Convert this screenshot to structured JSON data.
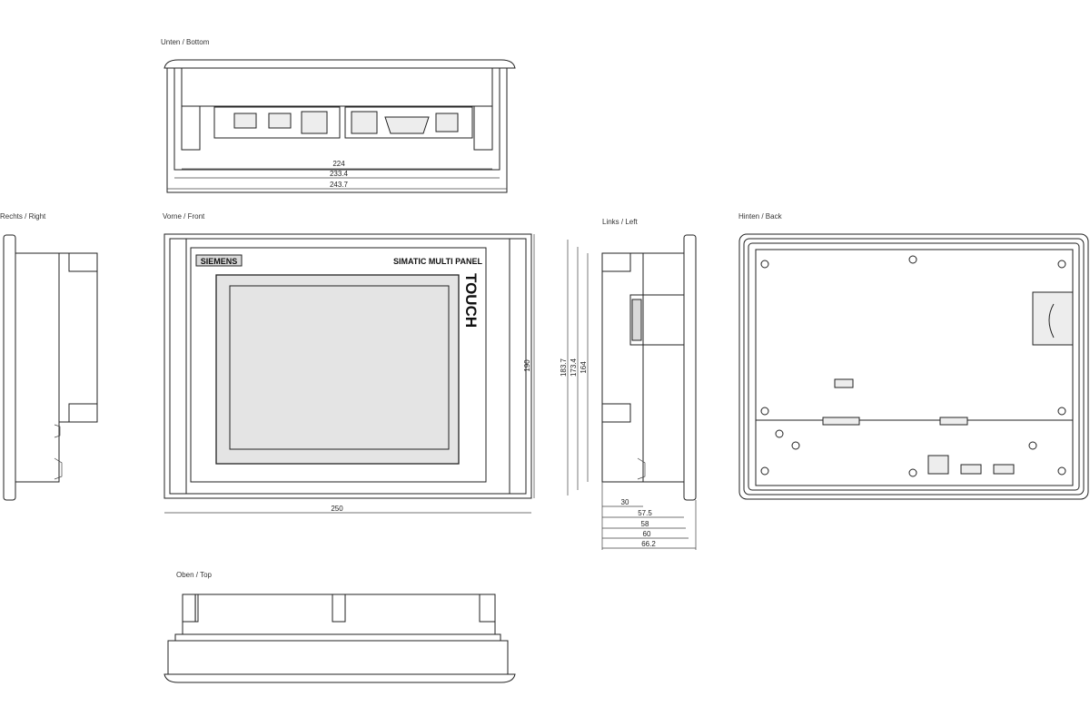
{
  "views": {
    "bottom": {
      "label": "Unten  /  Bottom"
    },
    "right": {
      "label": "Rechts  /  Right"
    },
    "front": {
      "label": "Vorne  /  Front"
    },
    "left": {
      "label": "Links  /  Left"
    },
    "back": {
      "label": "Hinten  /  Back"
    },
    "top": {
      "label": "Oben  /  Top"
    }
  },
  "front_panel": {
    "brand": "SIEMENS",
    "product": "SIMATIC MULTI PANEL",
    "touch": "TOUCH"
  },
  "dimensions": {
    "bottom": [
      "224",
      "233.4",
      "243.7"
    ],
    "front_width": "250",
    "front_height": "190",
    "left_heights": [
      "183.7",
      "173.4",
      "164"
    ],
    "left_depths": [
      "30",
      "57.5",
      "58",
      "60",
      "66.2"
    ]
  }
}
